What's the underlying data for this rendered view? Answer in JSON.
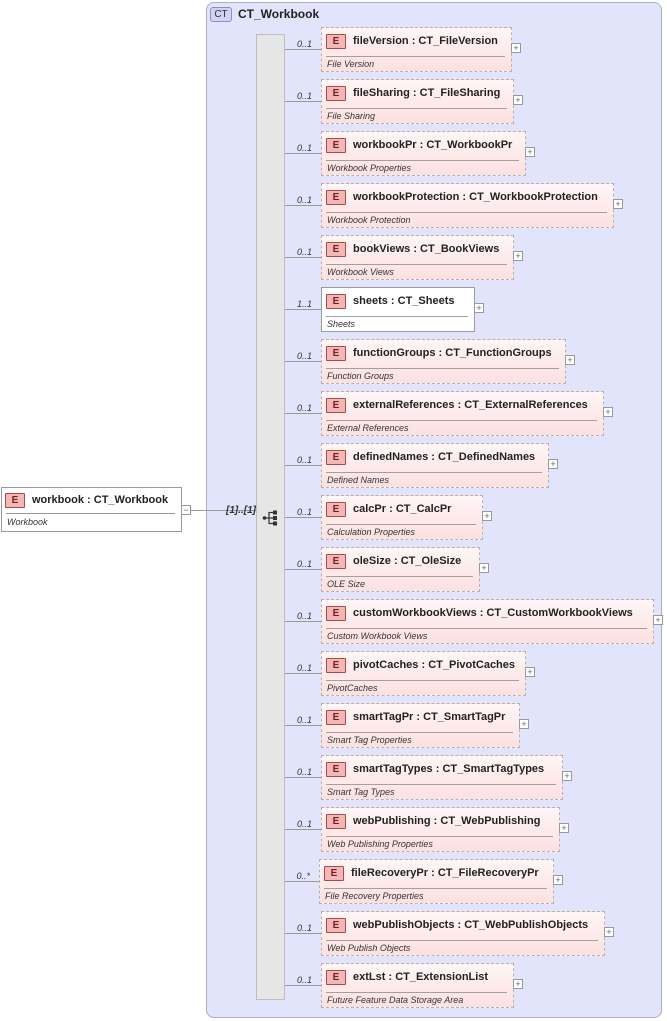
{
  "complex_type": {
    "badge": "CT",
    "name": "CT_Workbook"
  },
  "root": {
    "badge": "E",
    "name": "workbook",
    "separator": ":",
    "type": "CT_Workbook",
    "description": "Workbook",
    "multiplicity": "[1]..[1]",
    "expander": "−"
  },
  "elements": [
    {
      "badge": "E",
      "name": "fileVersion",
      "type": "CT_FileVersion",
      "description": "File Version",
      "multiplicity": "0..1",
      "optional": true
    },
    {
      "badge": "E",
      "name": "fileSharing",
      "type": "CT_FileSharing",
      "description": "File Sharing",
      "multiplicity": "0..1",
      "optional": true
    },
    {
      "badge": "E",
      "name": "workbookPr",
      "type": "CT_WorkbookPr",
      "description": "Workbook Properties",
      "multiplicity": "0..1",
      "optional": true
    },
    {
      "badge": "E",
      "name": "workbookProtection",
      "type": "CT_WorkbookProtection",
      "description": "Workbook Protection",
      "multiplicity": "0..1",
      "optional": true
    },
    {
      "badge": "E",
      "name": "bookViews",
      "type": "CT_BookViews",
      "description": "Workbook Views",
      "multiplicity": "0..1",
      "optional": true
    },
    {
      "badge": "E",
      "name": "sheets",
      "type": "CT_Sheets",
      "description": "Sheets",
      "multiplicity": "1..1",
      "optional": false
    },
    {
      "badge": "E",
      "name": "functionGroups",
      "type": "CT_FunctionGroups",
      "description": "Function Groups",
      "multiplicity": "0..1",
      "optional": true
    },
    {
      "badge": "E",
      "name": "externalReferences",
      "type": "CT_ExternalReferences",
      "description": "External References",
      "multiplicity": "0..1",
      "optional": true
    },
    {
      "badge": "E",
      "name": "definedNames",
      "type": "CT_DefinedNames",
      "description": "Defined Names",
      "multiplicity": "0..1",
      "optional": true
    },
    {
      "badge": "E",
      "name": "calcPr",
      "type": "CT_CalcPr",
      "description": "Calculation Properties",
      "multiplicity": "0..1",
      "optional": true
    },
    {
      "badge": "E",
      "name": "oleSize",
      "type": "CT_OleSize",
      "description": "OLE Size",
      "multiplicity": "0..1",
      "optional": true
    },
    {
      "badge": "E",
      "name": "customWorkbookViews",
      "type": "CT_CustomWorkbookViews",
      "description": "Custom Workbook Views",
      "multiplicity": "0..1",
      "optional": true
    },
    {
      "badge": "E",
      "name": "pivotCaches",
      "type": "CT_PivotCaches",
      "description": "PivotCaches",
      "multiplicity": "0..1",
      "optional": true
    },
    {
      "badge": "E",
      "name": "smartTagPr",
      "type": "CT_SmartTagPr",
      "description": "Smart Tag Properties",
      "multiplicity": "0..1",
      "optional": true
    },
    {
      "badge": "E",
      "name": "smartTagTypes",
      "type": "CT_SmartTagTypes",
      "description": "Smart Tag Types",
      "multiplicity": "0..1",
      "optional": true
    },
    {
      "badge": "E",
      "name": "webPublishing",
      "type": "CT_WebPublishing",
      "description": "Web Publishing Properties",
      "multiplicity": "0..1",
      "optional": true
    },
    {
      "badge": "E",
      "name": "fileRecoveryPr",
      "type": "CT_FileRecoveryPr",
      "description": "File Recovery Properties",
      "multiplicity": "0..*",
      "optional": true
    },
    {
      "badge": "E",
      "name": "webPublishObjects",
      "type": "CT_WebPublishObjects",
      "description": "Web Publish Objects",
      "multiplicity": "0..1",
      "optional": true
    },
    {
      "badge": "E",
      "name": "extLst",
      "type": "CT_ExtensionList",
      "description": "Future Feature Data Storage Area",
      "multiplicity": "0..1",
      "optional": true
    }
  ],
  "separator": ":",
  "expander_symbol": "+",
  "icons": {
    "sequence": "sequence-compositor-icon"
  },
  "colors": {
    "ct_background": "#e2e4fb",
    "element_badge": "#f4b7b7",
    "card_gradient_end": "#fde0e0"
  }
}
